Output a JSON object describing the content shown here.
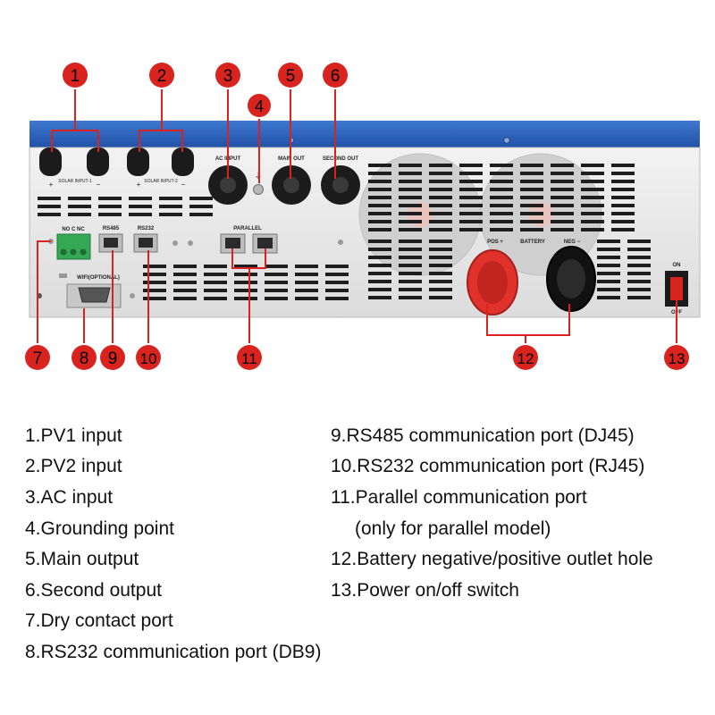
{
  "labels": {
    "top": {
      "solar_input_1": "SOLAR INPUT-1",
      "solar_input_2": "SOLAR INPUT-2",
      "plus": "+",
      "minus": "−",
      "ac_input": "AC INPUT",
      "main_out": "MAIN OUT",
      "second_out": "SECOND OUT"
    },
    "ports": {
      "no_c_nc": "NO C NC",
      "rs485": "RS485",
      "rs232": "RS232",
      "parallel": "PARALLEL",
      "wifi": "WIFI(OPTIONAL)",
      "pos": "POS +",
      "battery": "BATTERY",
      "neg": "NEG −",
      "on": "ON",
      "off": "OFF"
    }
  },
  "markers": [
    "1",
    "2",
    "3",
    "4",
    "5",
    "6",
    "7",
    "8",
    "9",
    "10",
    "11",
    "12",
    "13"
  ],
  "legend": {
    "left": [
      "1.PV1 input",
      "2.PV2 input",
      "3.AC input",
      "4.Grounding point",
      "5.Main output",
      "6.Second output",
      "7.Dry contact port",
      "8.RS232 communication port (DB9)"
    ],
    "right": [
      "9.RS485 communication port (DJ45)",
      "10.RS232 communication port (RJ45)",
      "11.Parallel communication port",
      "(only for parallel model)",
      "12.Battery negative/positive outlet hole",
      "13.Power on/off switch"
    ]
  },
  "colors": {
    "marker": "#d8231e",
    "top_blue": "#2f63b7",
    "panel": "#e6e6e6"
  }
}
